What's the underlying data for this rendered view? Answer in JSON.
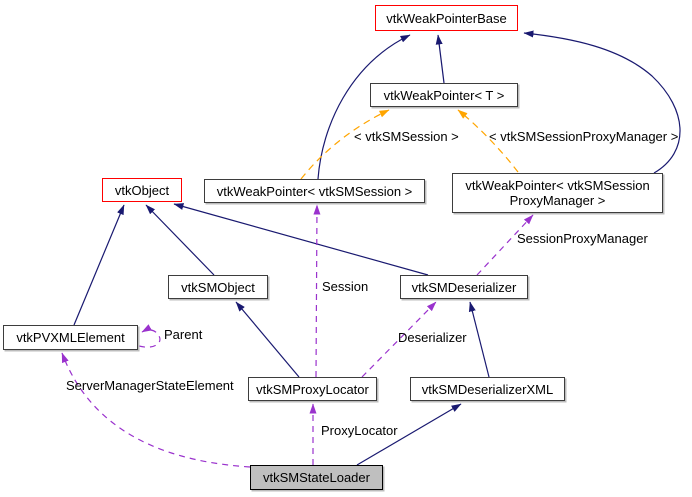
{
  "colors": {
    "inheritance_edge": "#191970",
    "usage_edge": "#9a32cd",
    "template_edge": "#ffa500",
    "highlight_node_border": "#ff0000",
    "node_border": "#3d3d3d",
    "current_node_fill": "#bfbfbf",
    "background": "#ffffff"
  },
  "nodes": [
    {
      "label": "vtkWeakPointerBase"
    },
    {
      "label": "vtkWeakPointer< T >"
    },
    {
      "label": "vtkObject"
    },
    {
      "label": "vtkWeakPointer< vtkSMSession >"
    },
    {
      "line1": "vtkWeakPointer< vtkSMSession",
      "line2": "ProxyManager >"
    },
    {
      "label": "vtkSMObject"
    },
    {
      "label": "vtkSMDeserializer"
    },
    {
      "label": "vtkPVXMLElement"
    },
    {
      "label": "vtkSMProxyLocator"
    },
    {
      "label": "vtkSMDeserializerXML"
    },
    {
      "label": "vtkSMStateLoader"
    }
  ],
  "edge_labels": [
    {
      "text": "< vtkSMSession >"
    },
    {
      "text": "< vtkSMSessionProxyManager >"
    },
    {
      "text": "SessionProxyManager"
    },
    {
      "text": "Session"
    },
    {
      "text": "Deserializer"
    },
    {
      "text": "Parent"
    },
    {
      "text": "ServerManagerStateElement"
    },
    {
      "text": "ProxyLocator"
    }
  ]
}
